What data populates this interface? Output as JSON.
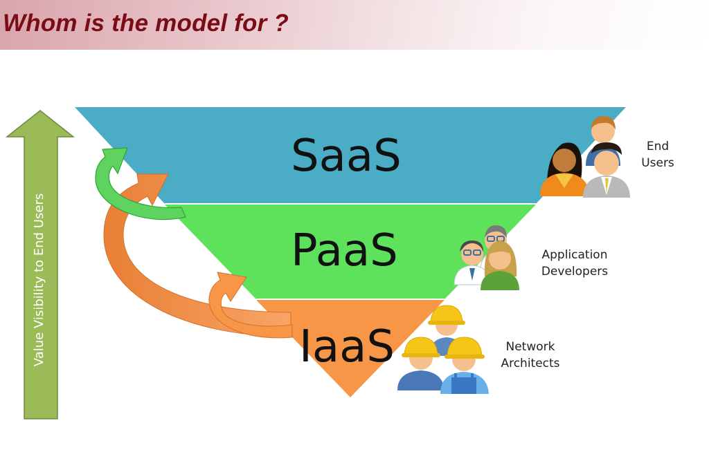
{
  "slide": {
    "title": "Whom is the model for ?",
    "visibility_arrow_label": "Value Visibility to End Users"
  },
  "layers": {
    "saas": "SaaS",
    "paas": "PaaS",
    "iaas": "IaaS"
  },
  "audiences": {
    "end_users": {
      "line1": "End",
      "line2": "Users"
    },
    "developers": {
      "line1": "Application",
      "line2": "Developers"
    },
    "network": {
      "line1": "Network",
      "line2": "Architects"
    }
  },
  "colors": {
    "title": "#7a0c16",
    "saas_band": "#4bacc6",
    "paas_band": "#5ee25c",
    "iaas_band": "#f79646",
    "visibility_arrow": "#9bbb59",
    "green_arrow": "#5fd35f",
    "orange_arrow": "#f79646"
  }
}
